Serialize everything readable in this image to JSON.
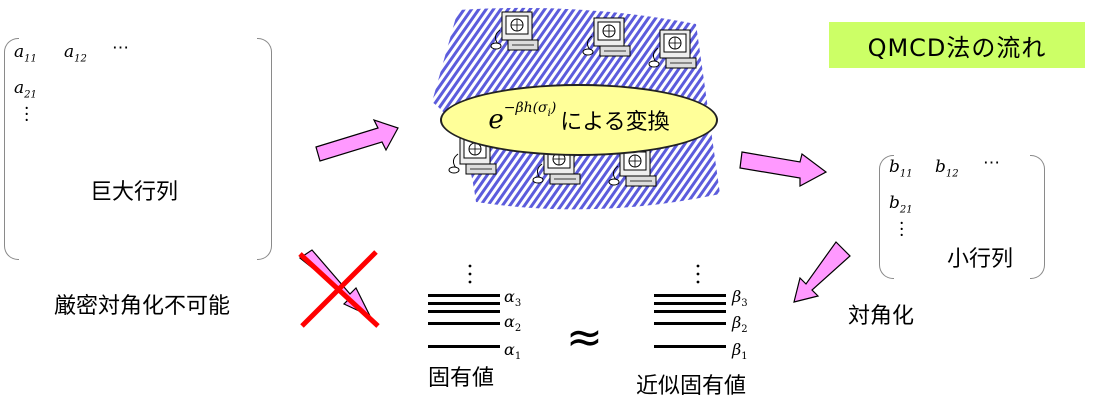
{
  "title": "QMCD法の流れ",
  "large_matrix": {
    "caption": "巨大行列",
    "entries": [
      {
        "base": "a",
        "sub": "11"
      },
      {
        "base": "a",
        "sub": "12"
      },
      {
        "base": "a",
        "sub": "21"
      }
    ]
  },
  "small_matrix": {
    "caption": "小行列",
    "entries": [
      {
        "base": "b",
        "sub": "11"
      },
      {
        "base": "b",
        "sub": "12"
      },
      {
        "base": "b",
        "sub": "21"
      }
    ]
  },
  "transform": {
    "formula_base": "e",
    "formula_exponent": "−βh(σ",
    "formula_exponent_sub": "i",
    "formula_exponent_close": ")",
    "label": "による変換"
  },
  "labels": {
    "exact_diag_impossible": "厳密対角化不可能",
    "diagonalize": "対角化",
    "eigenvalues": "固有値",
    "approx_eigenvalues": "近似固有値",
    "approx_symbol": "≈",
    "ellipsis_h": "⋯"
  },
  "eigen_levels": {
    "exact": [
      {
        "base": "α",
        "sub": "3"
      },
      {
        "base": "α",
        "sub": "2"
      },
      {
        "base": "α",
        "sub": "1"
      }
    ],
    "approx": [
      {
        "base": "β",
        "sub": "3"
      },
      {
        "base": "β",
        "sub": "2"
      },
      {
        "base": "β",
        "sub": "1"
      }
    ]
  },
  "colors": {
    "title_bg": "#ccff66",
    "arrow_fill": "#ff99ff",
    "cross": "#ff0000",
    "ellipse_fill": "#ffff99",
    "computer_bg": "#5555dd"
  },
  "icons": [
    "computer-icon",
    "arrow-icon",
    "cross-icon"
  ]
}
